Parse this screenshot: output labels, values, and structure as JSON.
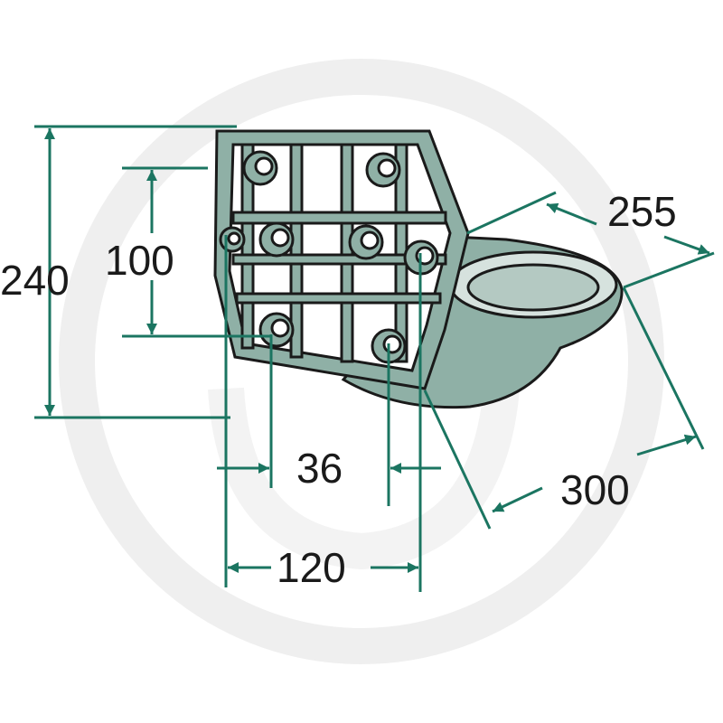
{
  "colors": {
    "dimension": "#1b7561",
    "body": "#8fb0a6",
    "outline": "#1a1a1a",
    "watermark": "#efefef"
  },
  "dimensions": {
    "height_total": "240",
    "hole_vertical_spacing": "100",
    "hole_offset": "36",
    "hole_horizontal_spacing": "120",
    "bowl_width": "255",
    "bowl_depth": "300"
  }
}
